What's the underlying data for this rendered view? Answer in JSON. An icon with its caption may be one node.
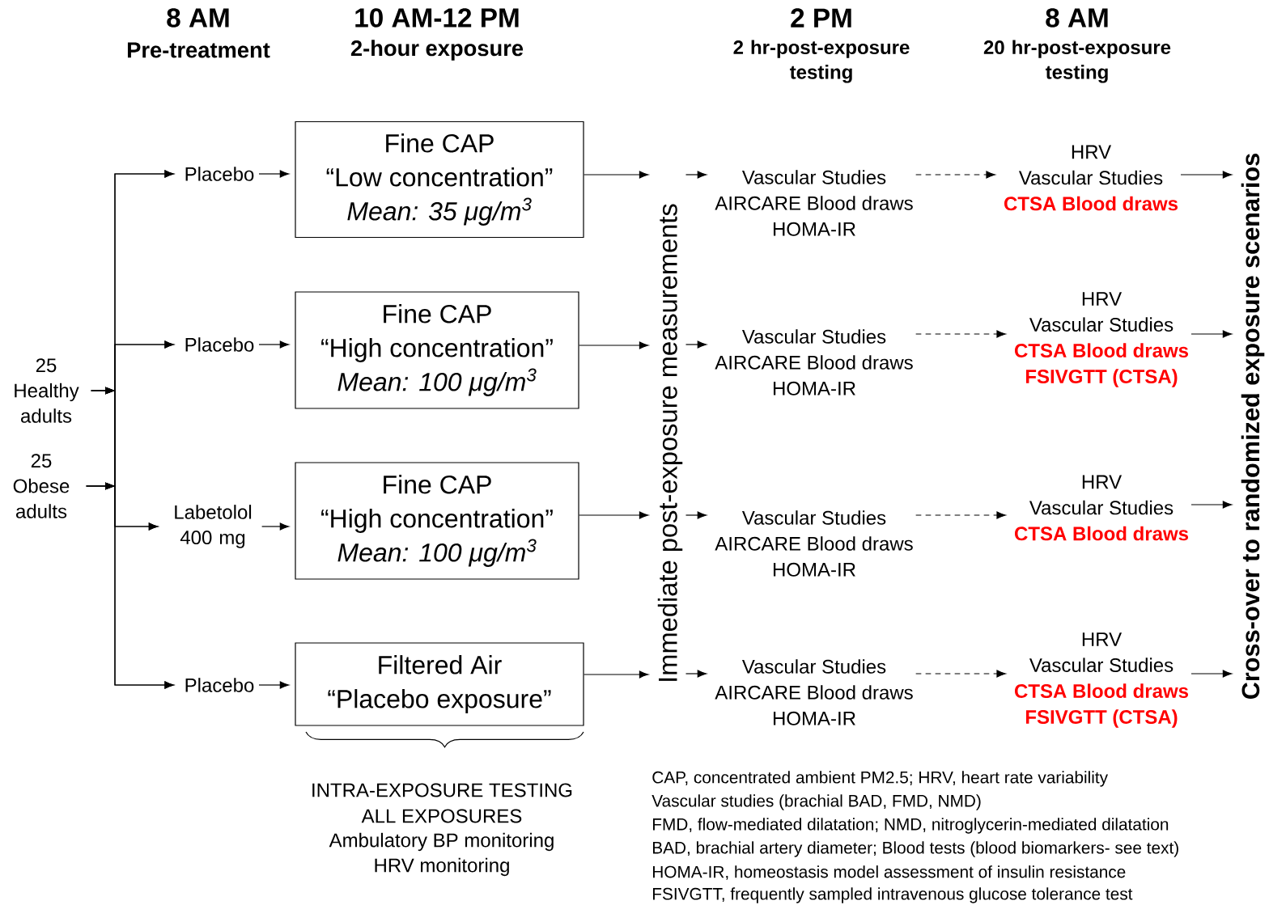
{
  "diagram": {
    "nodes": [
      {
        "text": [
          "25 Healthy adults"
        ]
      },
      {
        "text": [
          "25 Obese adults"
        ]
      },
      {
        "text": [
          "Placebo"
        ]
      },
      {
        "text": [
          "Fine CAP",
          "“Low concentration”",
          "Mean: 35 μg/m$^{3}$"
        ]
      },
      {
        "text": [
          "Placebo"
        ]
      },
      {
        "text": [
          "Fine CAP",
          "“High concentration”",
          "Mean: 100 μg/m$^{3}$"
        ]
      },
      {
        "text": [
          "Labetolol 400 mg"
        ]
      },
      {
        "text": [
          "Fine CAP",
          "“High concentration”",
          "Mean: 100 μg/m$^{3}$"
        ]
      },
      {
        "text": [
          "Placebo"
        ]
      },
      {
        "text": [
          "Filtered Air",
          "“Placebo exposure”"
        ]
      },
      {
        "text": [
          "Immediate post-exposure measurements"
        ]
      },
      {
        "text": [
          "Vascular Studies",
          "AIRCARE Blood draws",
          "HOMA-IR"
        ]
      },
      {
        "text": [
          "Vascular Studies",
          "AIRCARE Blood draws",
          "HOMA-IR"
        ]
      },
      {
        "text": [
          "Vascular Studies",
          "AIRCARE Blood draws",
          "HOMA-IR"
        ]
      },
      {
        "text": [
          "Vascular Studies",
          "AIRCARE Blood draws",
          "HOMA-IR"
        ]
      },
      {
        "text": [
          "HRV",
          "Vascular Studies",
          "CTSA Blood draws"
        ]
      },
      {
        "text": [
          "HRV",
          "Vascular Studies",
          "CTSA Blood draws",
          "FSIVGTT (CTSA)"
        ]
      },
      {
        "text": [
          "HRV",
          "Vascular Studies",
          "CTSA Blood draws"
        ]
      },
      {
        "text": [
          "HRV",
          "Vascular Studies",
          "CTSA Blood draws",
          "FSIVGTT (CTSA)"
        ]
      },
      {
        "text": [
          "Cross-over to randomized exposure scenarios"
        ]
      }
    ],
    "edges": [
      {
        "from": 0,
        "to": 2,
        "arrow": "to"
      },
      {
        "from": 0,
        "to": 4,
        "arrow": "to"
      },
      {
        "from": 0,
        "to": 6,
        "arrow": "to"
      },
      {
        "from": 0,
        "to": 8,
        "arrow": "to"
      },
      {
        "from": 1,
        "to": 2,
        "arrow": "to"
      },
      {
        "from": 1,
        "to": 4,
        "arrow": "to"
      },
      {
        "from": 1,
        "to": 6,
        "arrow": "to"
      },
      {
        "from": 1,
        "to": 8,
        "arrow": "to"
      },
      {
        "from": 2,
        "to": 3,
        "arrow": "to"
      },
      {
        "from": 4,
        "to": 5,
        "arrow": "to"
      },
      {
        "from": 6,
        "to": 7,
        "arrow": "to"
      },
      {
        "from": 8,
        "to": 9,
        "arrow": "to"
      },
      {
        "from": 3,
        "to": 10,
        "arrow": "to"
      },
      {
        "from": 5,
        "to": 10,
        "arrow": "to"
      },
      {
        "from": 7,
        "to": 10,
        "arrow": "to"
      },
      {
        "from": 9,
        "to": 10,
        "arrow": "to"
      },
      {
        "from": 10,
        "to": 11,
        "arrow": "to"
      },
      {
        "from": 10,
        "to": 12,
        "arrow": "to"
      },
      {
        "from": 10,
        "to": 13,
        "arrow": "to"
      },
      {
        "from": 10,
        "to": 14,
        "arrow": "to"
      },
      {
        "from": 11,
        "to": 15,
        "arrow": "to",
        "style": "dashed"
      },
      {
        "from": 12,
        "to": 16,
        "arrow": "to",
        "style": "dashed"
      },
      {
        "from": 13,
        "to": 17,
        "arrow": "to",
        "style": "dashed"
      },
      {
        "from": 14,
        "to": 18,
        "arrow": "to",
        "style": "dashed"
      },
      {
        "from": 15,
        "to": 19,
        "arrow": "to"
      },
      {
        "from": 16,
        "to": 19,
        "arrow": "to"
      },
      {
        "from": 17,
        "to": 19,
        "arrow": "to"
      },
      {
        "from": 18,
        "to": 19,
        "arrow": "to"
      }
    ],
    "labels": [
      "8 AM",
      "Pre-treatment",
      "10 AM-12 PM",
      "2-hour exposure",
      "2 PM",
      "2 hr-post-exposure testing",
      "8 AM",
      "20 hr-post-exposure testing",
      "INTRA-EXPOSURE TESTING",
      "ALL EXPOSURES",
      "Ambulatory BP monitoring",
      "HRV monitoring",
      "CAP, concentrated ambient PM2.5; HRV, heart rate variability",
      "Vascular studies (brachial BAD, FMD, NMD)",
      "FMD, flow-mediated dilatation; NMD, nitroglycerin-mediated dilatation",
      "BAD, brachial artery diameter; Blood tests (blood biomarkers- see text)",
      "HOMA-IR, homeostasis model assessment of insulin resistance",
      "FSIVGTT, frequently sampled intravenous glucose tolerance test"
    ]
  }
}
